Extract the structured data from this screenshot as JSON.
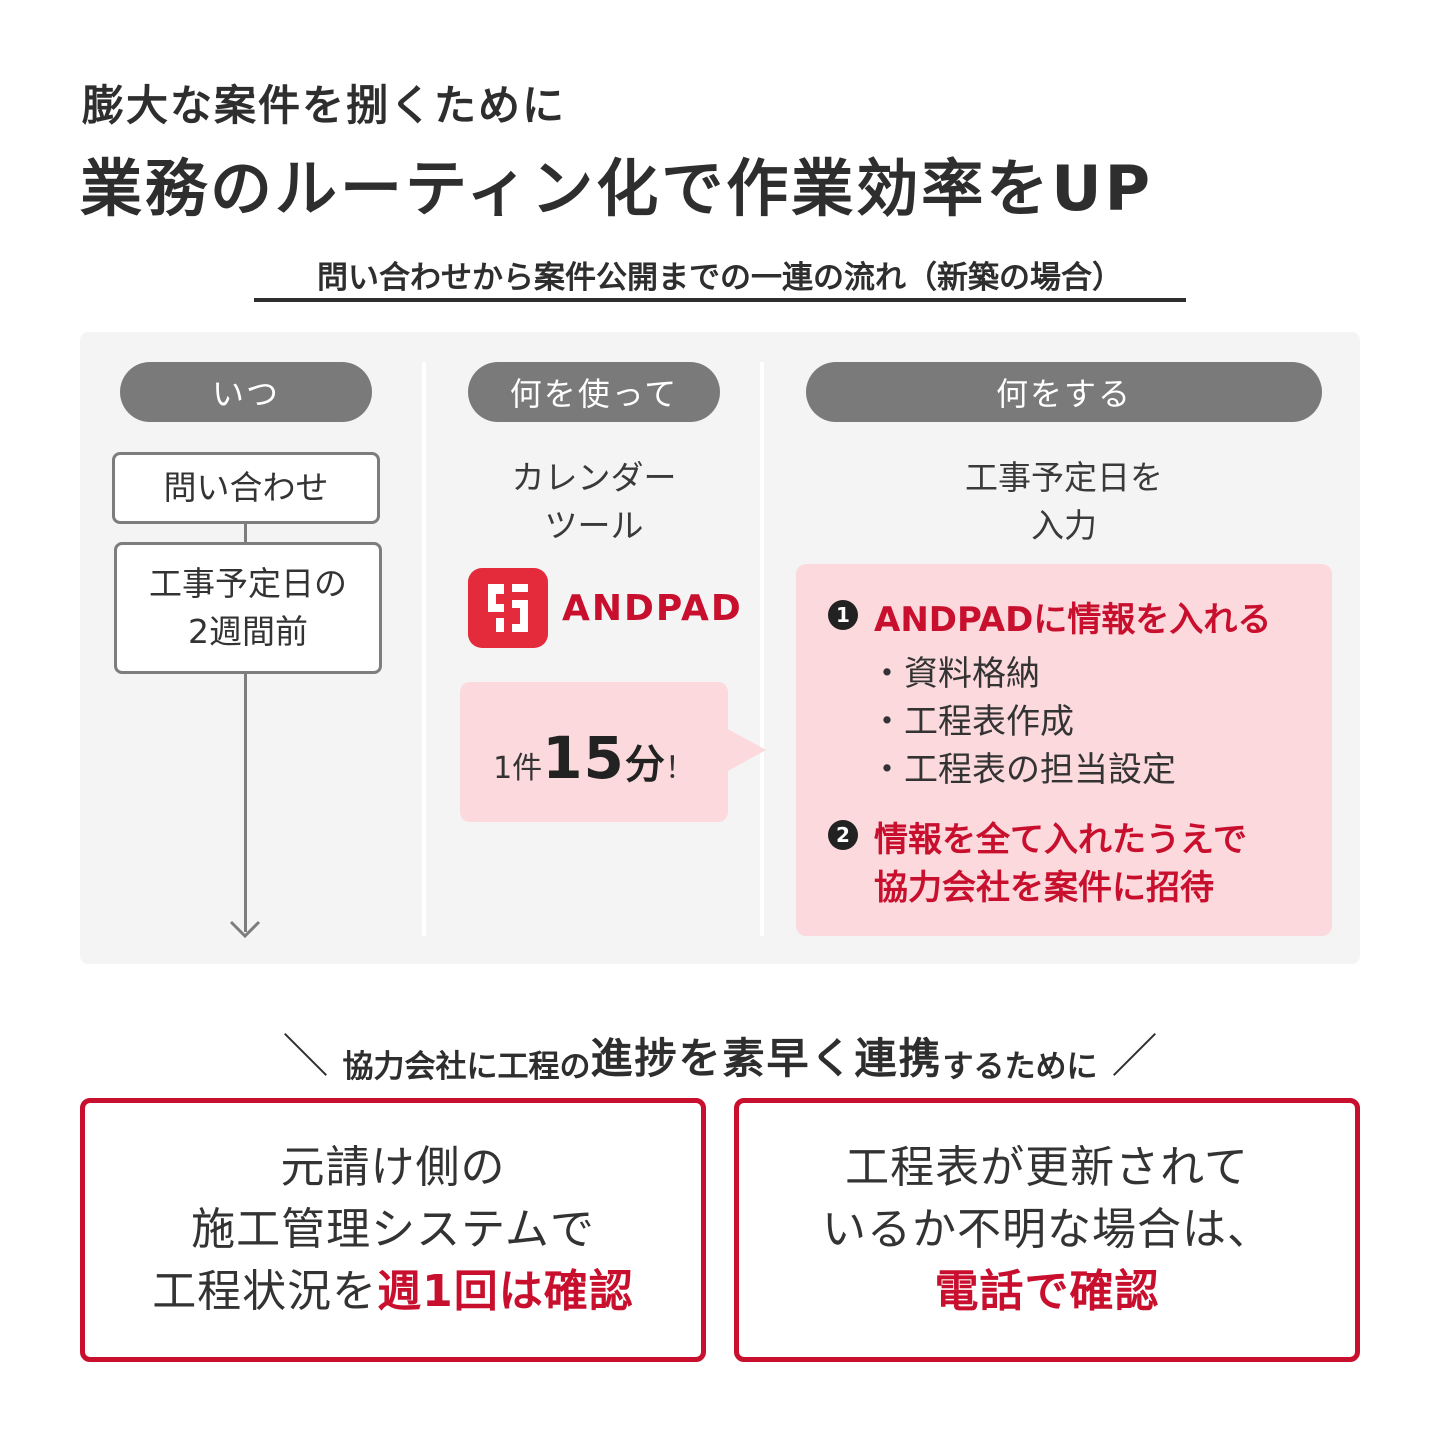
{
  "headline": {
    "sub": "膨大な案件を捌くために",
    "main": "業務のルーティン化で作業効率をUP"
  },
  "flow": {
    "heading": "問い合わせから案件公開までの一連の流れ（新築の場合）",
    "columns": {
      "when": "いつ",
      "tool": "何を使って",
      "action": "何をする"
    },
    "when_steps": {
      "step1": "問い合わせ",
      "step2_line1": "工事予定日の",
      "step2_line2": "2週間前"
    },
    "tool": {
      "line1": "カレンダー",
      "line2": "ツール",
      "app_name": "ANDPAD",
      "time_prefix": "1件",
      "time_value": "15",
      "time_unit": "分",
      "time_suffix": "！"
    },
    "action": {
      "title_line1": "工事予定日を",
      "title_line2": "入力",
      "item1_number": "1",
      "item1_title": "ANDPADに情報を入れる",
      "item1_bullets": [
        "・資料格納",
        "・工程表作成",
        "・工程表の担当設定"
      ],
      "item2_number": "2",
      "item2_line1": "情報を全て入れたうえで",
      "item2_line2": "協力会社を案件に招待"
    }
  },
  "purpose": {
    "part1": "協力会社に工程の",
    "part2": "進捗を素早く連携",
    "part3": "するために",
    "slash_left": "＼",
    "slash_right": "／"
  },
  "cards": {
    "left": {
      "line1": "元請け側の",
      "line2": "施工管理システムで",
      "line3_plain": "工程状況を",
      "line3_em": "週1回は確認"
    },
    "right": {
      "line1": "工程表が更新されて",
      "line2": "いるか不明な場合は、",
      "line3_em": "電話で確認"
    }
  },
  "colors": {
    "accent_red": "#c8102e",
    "pill_gray": "#7a7a7a",
    "panel_gray": "#f4f4f4",
    "highlight_pink": "#fbd9dc",
    "andpad_red": "#e32b3c"
  }
}
